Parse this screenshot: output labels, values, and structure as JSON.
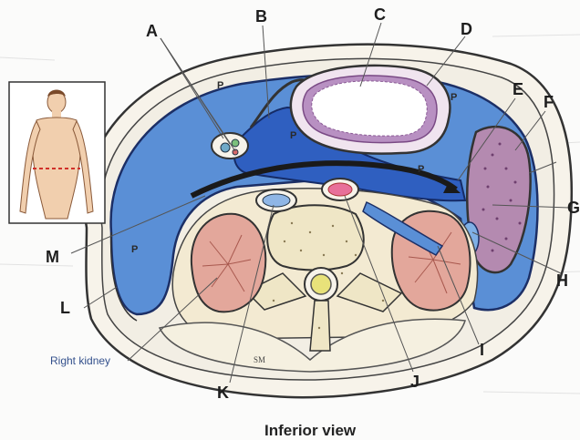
{
  "labels": {
    "A": "A",
    "B": "B",
    "C": "C",
    "D": "D",
    "E": "E",
    "F": "F",
    "G": "G",
    "H": "H",
    "I": "I",
    "J": "J",
    "K": "K",
    "L": "L",
    "M": "M"
  },
  "p_marks": [
    "P",
    "P",
    "P",
    "P",
    "P"
  ],
  "right_kidney": "Right kidney",
  "caption": "Inferior view",
  "initials": "SM",
  "colors": {
    "peritoneal_blue": "#5a8fd6",
    "lesser_sac_blue": "#2f5fc0",
    "kidney_pink": "#e3a79b",
    "spleen_purple": "#b48ab0",
    "aorta_pink": "#e8709a",
    "body_wall": "#f4f0e8"
  }
}
